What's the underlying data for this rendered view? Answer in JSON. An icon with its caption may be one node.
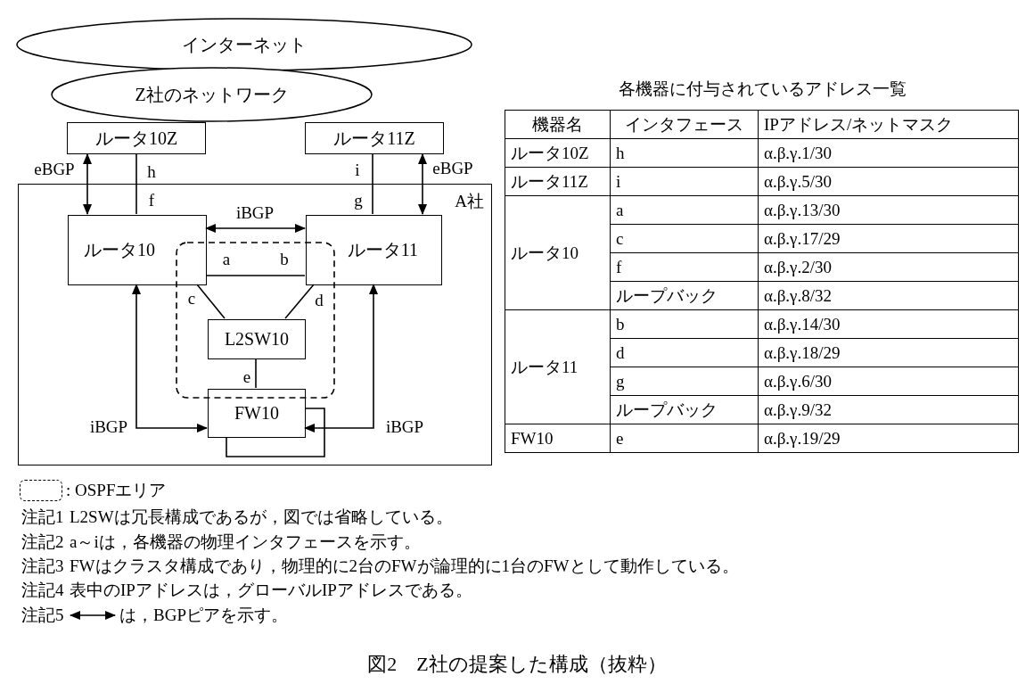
{
  "diagram": {
    "caption": "図2　Z社の提案した構成（抜粋）",
    "nodes": [
      {
        "text": [
          "インターネット"
        ]
      },
      {
        "text": [
          "Z社のネットワーク"
        ]
      },
      {
        "text": [
          "ルータ10Z"
        ]
      },
      {
        "text": [
          "ルータ11Z"
        ]
      },
      {
        "text": [
          "A社"
        ]
      },
      {
        "text": [
          "ルータ10"
        ],
        "in": 4
      },
      {
        "text": [
          "ルータ11"
        ],
        "in": 4
      },
      {
        "text": [
          "L2SW10"
        ],
        "in": 4
      },
      {
        "text": [
          "FW10"
        ],
        "in": 4
      }
    ],
    "edges": [
      {
        "from": 2,
        "to": 5,
        "arrow": "both",
        "label": "eBGP"
      },
      {
        "from": 2,
        "to": 5,
        "arrow": "none"
      },
      {
        "from": 3,
        "to": 6,
        "arrow": "none"
      },
      {
        "from": 3,
        "to": 6,
        "arrow": "both",
        "label": "eBGP"
      },
      {
        "from": 5,
        "to": 6,
        "arrow": "both",
        "label": "iBGP"
      },
      {
        "from": 5,
        "to": 6,
        "arrow": "none"
      },
      {
        "from": 5,
        "to": 7,
        "arrow": "none"
      },
      {
        "from": 6,
        "to": 7,
        "arrow": "none"
      },
      {
        "from": 7,
        "to": 8,
        "arrow": "none"
      },
      {
        "from": 5,
        "to": 8,
        "arrow": "both",
        "label": "iBGP"
      },
      {
        "from": 6,
        "to": 8,
        "arrow": "both",
        "label": "iBGP"
      },
      {
        "from": 8,
        "to": 8,
        "arrow": "none"
      }
    ],
    "labels": [
      "各機器に付与されているアドレス一覧",
      "機器名",
      "インタフェース",
      "IPアドレス/ネットマスク",
      "ルータ10Z",
      "h",
      "α.β.γ.1/30",
      "ルータ11Z",
      "i",
      "α.β.γ.5/30",
      "ルータ10",
      "a",
      "α.β.γ.13/30",
      "c",
      "α.β.γ.17/29",
      "f",
      "α.β.γ.2/30",
      "ループバック",
      "α.β.γ.8/32",
      "ルータ11",
      "b",
      "α.β.γ.14/30",
      "d",
      "α.β.γ.18/29",
      "g",
      "α.β.γ.6/30",
      "ループバック",
      "α.β.γ.9/32",
      "FW10",
      "e",
      "α.β.γ.19/29",
      "h",
      "i",
      "f",
      "g",
      "a",
      "b",
      "c",
      "d",
      "e",
      "注記1",
      "L2SWは冗長構成であるが，図では省略している。",
      "注記2",
      "a～iは，各機器の物理インタフェースを示す。",
      "注記3",
      "FWはクラスタ構成であり，物理的に2台のFWが論理的に1台のFWとして動作している。",
      "注記4",
      "表中のIPアドレスは，グローバルIPアドレスである。",
      "注記5",
      "は，BGPピアを示す。"
    ],
    "legend": [
      {
        "text": ": OSPFエリア"
      }
    ]
  }
}
